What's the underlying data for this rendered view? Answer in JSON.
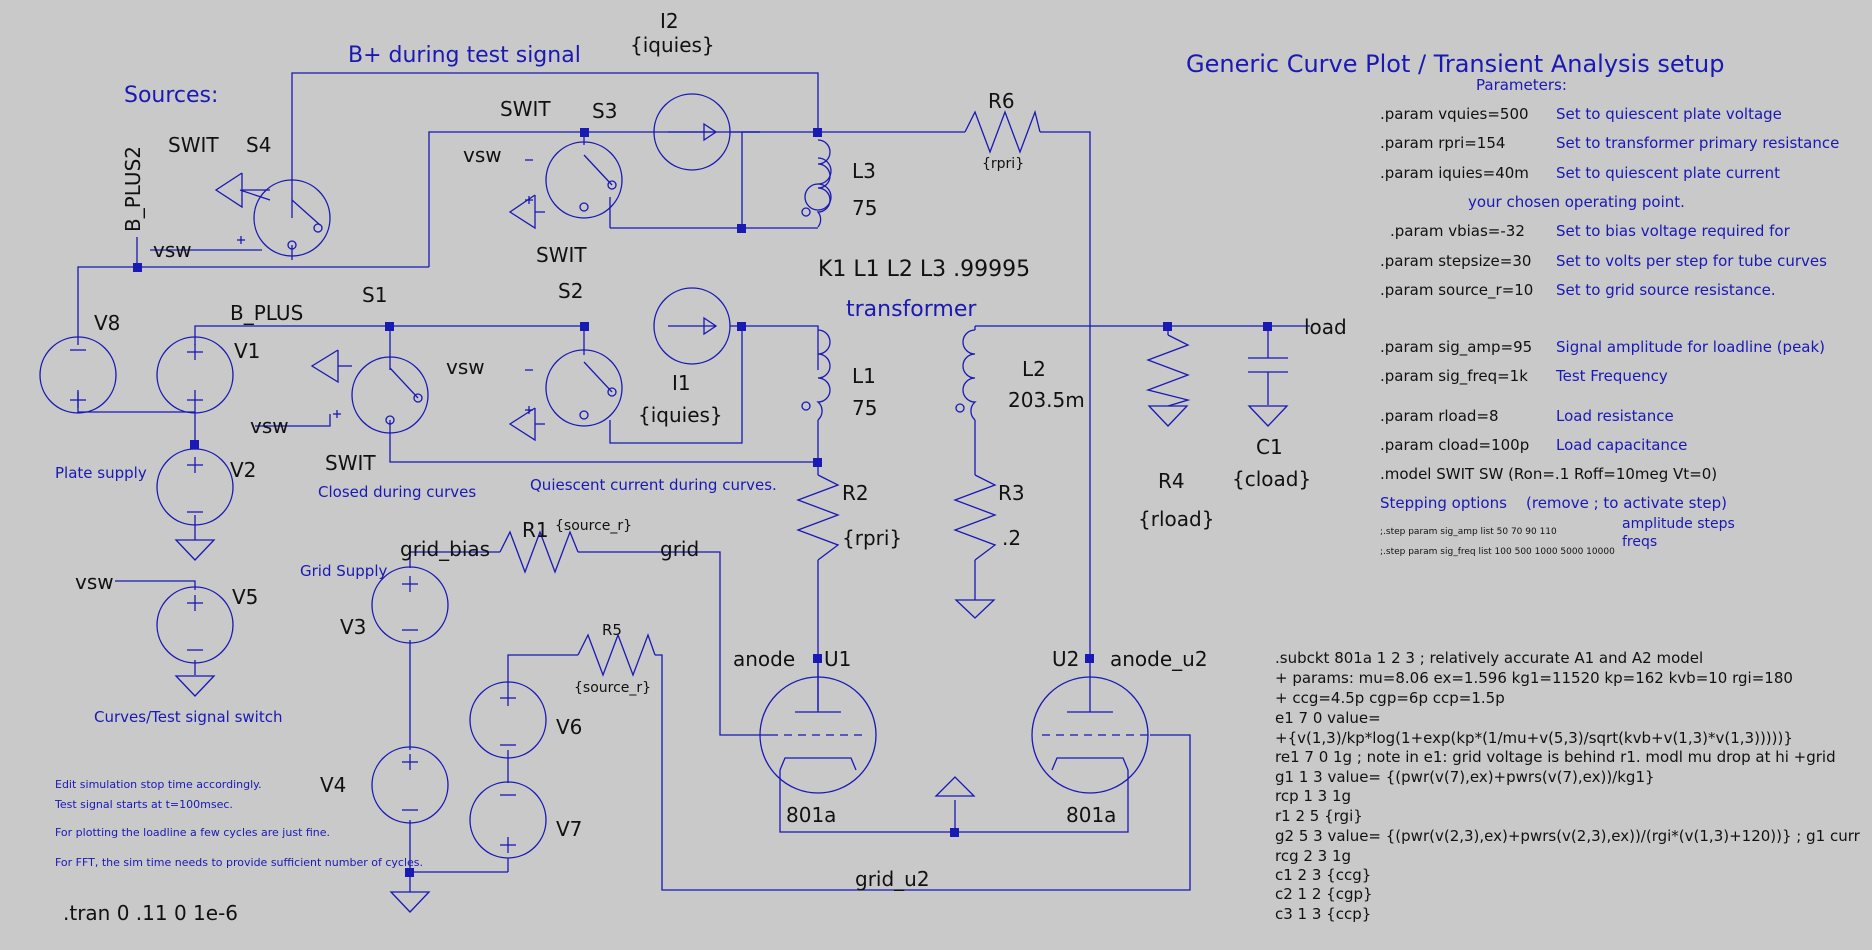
{
  "titles": {
    "sources": "Sources:",
    "bplus_test": "B+ during test signal",
    "generic": "Generic Curve Plot / Transient Analysis setup",
    "parameters": "Parameters:",
    "transformer": "transformer"
  },
  "components": {
    "I2": {
      "name": "I2",
      "value": "{iquies}"
    },
    "I1": {
      "name": "I1",
      "value": "{iquies}"
    },
    "R6": {
      "name": "R6",
      "value": "{rpri}"
    },
    "R1": {
      "name": "R1",
      "value": "{source_r}"
    },
    "R5": {
      "name": "R5",
      "value": "{source_r}"
    },
    "R2": {
      "name": "R2",
      "value": "{rpri}"
    },
    "R3": {
      "name": "R3",
      "value": ".2"
    },
    "R4": {
      "name": "R4",
      "value": "{rload}"
    },
    "C1": {
      "name": "C1",
      "value": "{cload}"
    },
    "L3": {
      "name": "L3",
      "value": "75"
    },
    "L1": {
      "name": "L1",
      "value": "75"
    },
    "L2": {
      "name": "L2",
      "value": "203.5m"
    },
    "S1": "S1",
    "S2": "S2",
    "S3": "S3",
    "S4": "S4",
    "V1": "V1",
    "V2": "V2",
    "V3": "V3",
    "V4": "V4",
    "V5": "V5",
    "V6": "V6",
    "V7": "V7",
    "V8": "V8",
    "U1": {
      "name": "U1",
      "model": "801a"
    },
    "U2": {
      "name": "U2",
      "model": "801a"
    }
  },
  "switch_models": {
    "s4": "SWIT",
    "s3_top": "SWIT",
    "s3_bot": "SWIT",
    "s1": "SWIT"
  },
  "nets": {
    "b_plus2": "B_PLUS2",
    "b_plus": "B_PLUS",
    "vsw": "vsw",
    "load": "load",
    "grid_bias": "grid_bias",
    "grid": "grid",
    "anode": "anode",
    "anode_u2": "anode_u2",
    "grid_u2": "grid_u2"
  },
  "coupling": "K1 L1 L2 L3 .99995",
  "notes": {
    "plate_supply": "Plate supply",
    "closed_curves": "Closed during curves",
    "quiescent": "Quiescent current during curves.",
    "grid_supply": "Grid Supply",
    "curves_switch": "Curves/Test signal switch",
    "edit1": "Edit simulation stop time accordingly.",
    "edit2": "Test signal starts at t=100msec.",
    "edit3": "For plotting the loadline a few cycles are just fine.",
    "edit4": "For FFT, the sim time needs to provide sufficient number of cycles."
  },
  "tran": ".tran 0 .11 0 1e-6",
  "params": [
    {
      "cmd": ".param vquies=500",
      "desc": "Set to quiescent plate voltage"
    },
    {
      "cmd": ".param rpri=154",
      "desc": "Set to transformer primary resistance"
    },
    {
      "cmd": ".param iquies=40m",
      "desc": "Set to quiescent plate current"
    },
    {
      "cmd": "",
      "desc": "your chosen operating point."
    },
    {
      "cmd": ".param vbias=-32",
      "desc": "Set to bias voltage required for"
    },
    {
      "cmd": ".param stepsize=30",
      "desc": "Set to volts per step for tube curves"
    },
    {
      "cmd": ".param source_r=10",
      "desc": "Set to grid source resistance."
    },
    {
      "cmd": ".param sig_amp=95",
      "desc": "Signal amplitude for loadline (peak)"
    },
    {
      "cmd": ".param sig_freq=1k",
      "desc": "Test Frequency"
    },
    {
      "cmd": ".param rload=8",
      "desc": "Load resistance"
    },
    {
      "cmd": ".param cload=100p",
      "desc": "Load capacitance"
    }
  ],
  "model_line": ".model SWIT SW (Ron=.1 Roff=10meg Vt=0)",
  "stepping": {
    "title": "Stepping options",
    "note": "(remove ; to activate step)",
    "step1": ";.step param sig_amp list 50 70 90 110",
    "step1_note": "amplitude steps",
    "step2": ";.step param sig_freq list 100 500 1000 5000 10000",
    "step2_note": "freqs"
  },
  "subckt": [
    ".subckt 801a 1 2 3 ; relatively accurate A1 and A2 model",
    "+ params: mu=8.06 ex=1.596 kg1=11520 kp=162 kvb=10 rgi=180",
    "+ ccg=4.5p cgp=6p ccp=1.5p",
    "e1 7 0 value=",
    "+{v(1,3)/kp*log(1+exp(kp*(1/mu+v(5,3)/sqrt(kvb+v(1,3)*v(1,3)))))}",
    "re1 7 0 1g  ; note in e1: grid voltage is behind r1. modl mu drop at hi +grid",
    "g1 1 3 value= {(pwr(v(7),ex)+pwrs(v(7),ex))/kg1}",
    "rcp 1 3 1g",
    "r1 2 5 {rgi}",
    "g2 5 3 value= {(pwr(v(2,3),ex)+pwrs(v(2,3),ex))/(rgi*(v(1,3)+120))} ; g1 curr",
    "rcg 2 3 1g",
    "c1 2 3 {ccg}",
    "c2 1 2 {cgp}",
    "c3 1 3 {ccp}"
  ]
}
